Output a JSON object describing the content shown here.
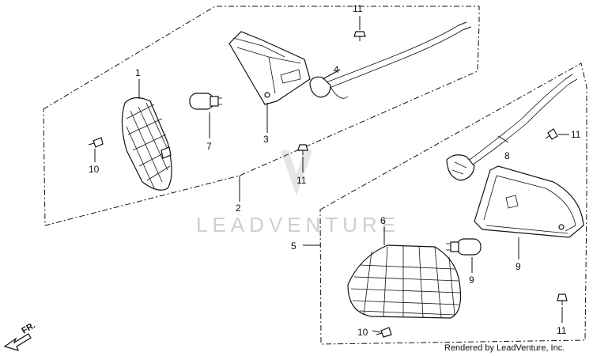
{
  "diagram": {
    "watermark": "LEADVENTURE",
    "credit": "Rendered by LeadVenture, Inc.",
    "direction_label": "FR.",
    "callouts": [
      "1",
      "2",
      "3",
      "4",
      "5",
      "6",
      "7",
      "8",
      "9",
      "9",
      "10",
      "10",
      "11",
      "11",
      "11",
      "11"
    ]
  }
}
